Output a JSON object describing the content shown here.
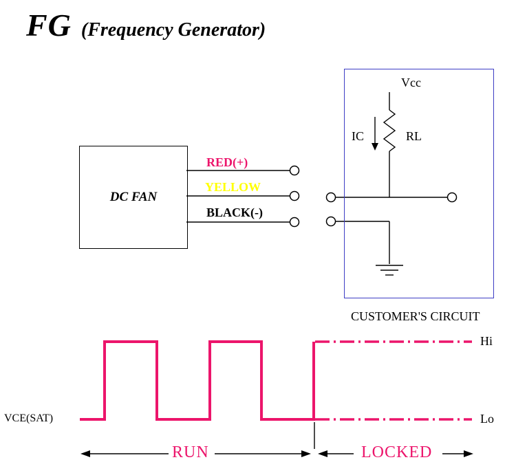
{
  "title": {
    "main": "FG",
    "sub": "(Frequency Generator)"
  },
  "fan": {
    "label": "DC FAN"
  },
  "wires": [
    {
      "label": "RED(+)",
      "color": "#EC156B"
    },
    {
      "label": "YELLOW",
      "color": "#FFFF00"
    },
    {
      "label": "BLACK(-)",
      "color": "#000000"
    }
  ],
  "customer_circuit": {
    "caption": "CUSTOMER'S CIRCUIT",
    "vcc_label": "Vcc",
    "ic_label": "IC",
    "rl_label": "RL"
  },
  "waveform": {
    "signal_label": "VCE(SAT)",
    "hi_label": "Hi",
    "lo_label": "Lo",
    "run_label": "RUN",
    "locked_label": "LOCKED"
  },
  "colors": {
    "accent_magenta": "#EC156B",
    "wire_yellow": "#FFFF00",
    "box_blue": "#3C3CC4",
    "line_black": "#000000"
  }
}
